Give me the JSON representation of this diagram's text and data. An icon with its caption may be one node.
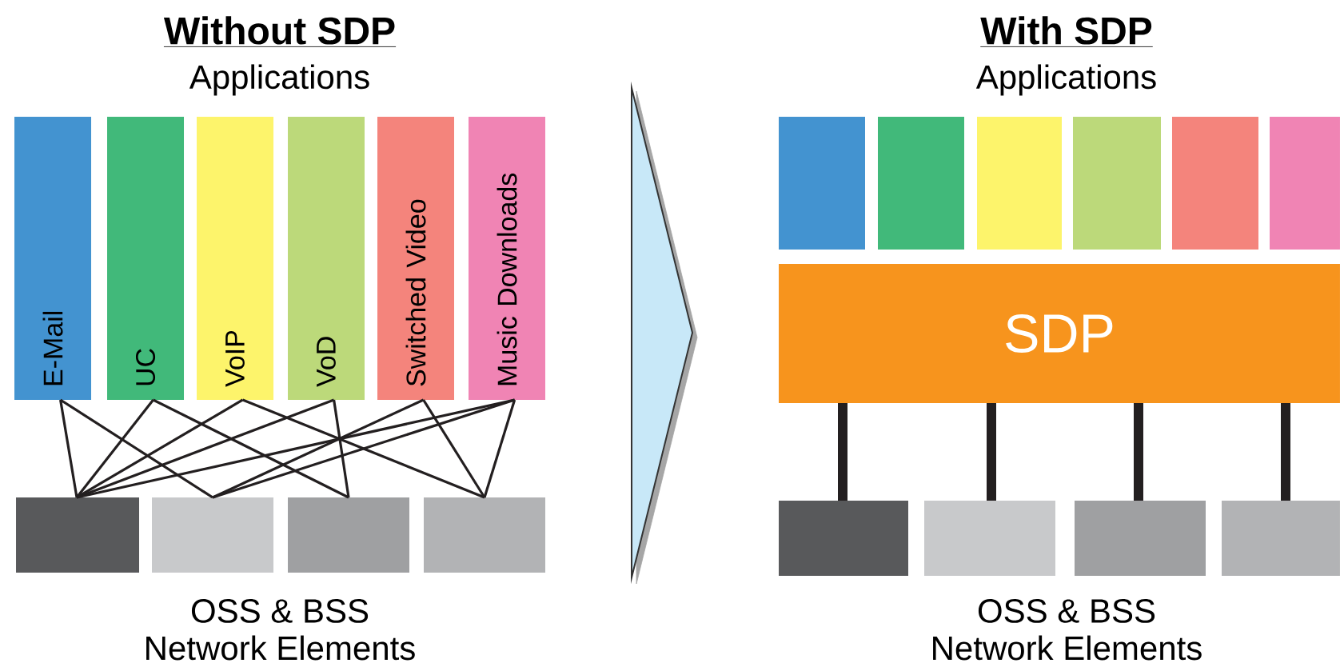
{
  "diagram": {
    "nodes": [
      {
        "text": [
          "E-Mail"
        ]
      },
      {
        "text": [
          "UC"
        ]
      },
      {
        "text": [
          "VoIP"
        ]
      },
      {
        "text": [
          "VoD"
        ]
      },
      {
        "text": [
          "Switched Video"
        ]
      },
      {
        "text": [
          "Music Downloads"
        ]
      },
      {
        "text": [],
        "shape": "box"
      },
      {
        "text": [],
        "shape": "box"
      },
      {
        "text": [],
        "shape": "box"
      },
      {
        "text": [],
        "shape": "box"
      },
      {
        "text": [],
        "shape": "box"
      },
      {
        "text": [],
        "shape": "box"
      },
      {
        "text": [],
        "shape": "box"
      },
      {
        "text": [],
        "shape": "box"
      },
      {
        "text": [],
        "shape": "box"
      },
      {
        "text": [],
        "shape": "box"
      },
      {
        "text": [
          "SDP"
        ]
      },
      {
        "text": [],
        "shape": "box"
      },
      {
        "text": [],
        "shape": "box"
      },
      {
        "text": [],
        "shape": "box"
      },
      {
        "text": [],
        "shape": "box"
      }
    ],
    "edges": [
      {
        "from": 0,
        "to": 6,
        "arrow": "none"
      },
      {
        "from": 0,
        "to": 7,
        "arrow": "none"
      },
      {
        "from": 1,
        "to": 6,
        "arrow": "none"
      },
      {
        "from": 1,
        "to": 8,
        "arrow": "none"
      },
      {
        "from": 2,
        "to": 6,
        "arrow": "none"
      },
      {
        "from": 2,
        "to": 9,
        "arrow": "none"
      },
      {
        "from": 3,
        "to": 6,
        "arrow": "none"
      },
      {
        "from": 3,
        "to": 8,
        "arrow": "none"
      },
      {
        "from": 4,
        "to": 7,
        "arrow": "none"
      },
      {
        "from": 4,
        "to": 9,
        "arrow": "none"
      },
      {
        "from": 5,
        "to": 6,
        "arrow": "none"
      },
      {
        "from": 5,
        "to": 7,
        "arrow": "none"
      },
      {
        "from": 5,
        "to": 9,
        "arrow": "none"
      },
      {
        "from": 16,
        "to": 17,
        "arrow": "none",
        "style": "thick"
      },
      {
        "from": 16,
        "to": 18,
        "arrow": "none",
        "style": "thick"
      },
      {
        "from": 16,
        "to": 19,
        "arrow": "none",
        "style": "thick"
      },
      {
        "from": 16,
        "to": 20,
        "arrow": "none",
        "style": "thick"
      }
    ],
    "labels": [
      "Without SDP",
      "Applications",
      "With SDP",
      "Applications",
      "OSS & BSS",
      "Network Elements",
      "OSS & BSS",
      "Network Elements"
    ]
  }
}
